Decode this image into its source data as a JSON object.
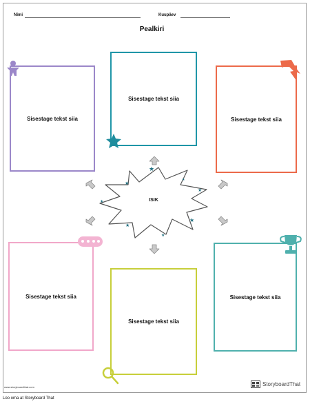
{
  "header": {
    "name_label": "Nimi",
    "date_label": "Kuupäev"
  },
  "title": "Pealkiri",
  "center": {
    "label": "ISIK"
  },
  "boxes": [
    {
      "text": "Sisestage tekst siia",
      "color": "#9b87c9",
      "icon": "figure-icon"
    },
    {
      "text": "Sisestage tekst siia",
      "color": "#1f96a8",
      "icon": "star-icon"
    },
    {
      "text": "Sisestage tekst siia",
      "color": "#ec6a4a",
      "icon": "lightning-icon"
    },
    {
      "text": "Sisestage tekst siia",
      "color": "#f1a7c9",
      "icon": "pill-icon"
    },
    {
      "text": "Sisestage tekst siia",
      "color": "#c7cf3a",
      "icon": "magnifier-icon"
    },
    {
      "text": "Sisestage tekst siia",
      "color": "#4fb0ad",
      "icon": "trophy-icon"
    }
  ],
  "footer": {
    "url": "www.storyboardthat.com",
    "brand": "StoryboardThat"
  },
  "caption": "Loo oma at Storyboard That",
  "colors": {
    "arrow": "#c9c9c9",
    "star": "#1f6f80"
  }
}
